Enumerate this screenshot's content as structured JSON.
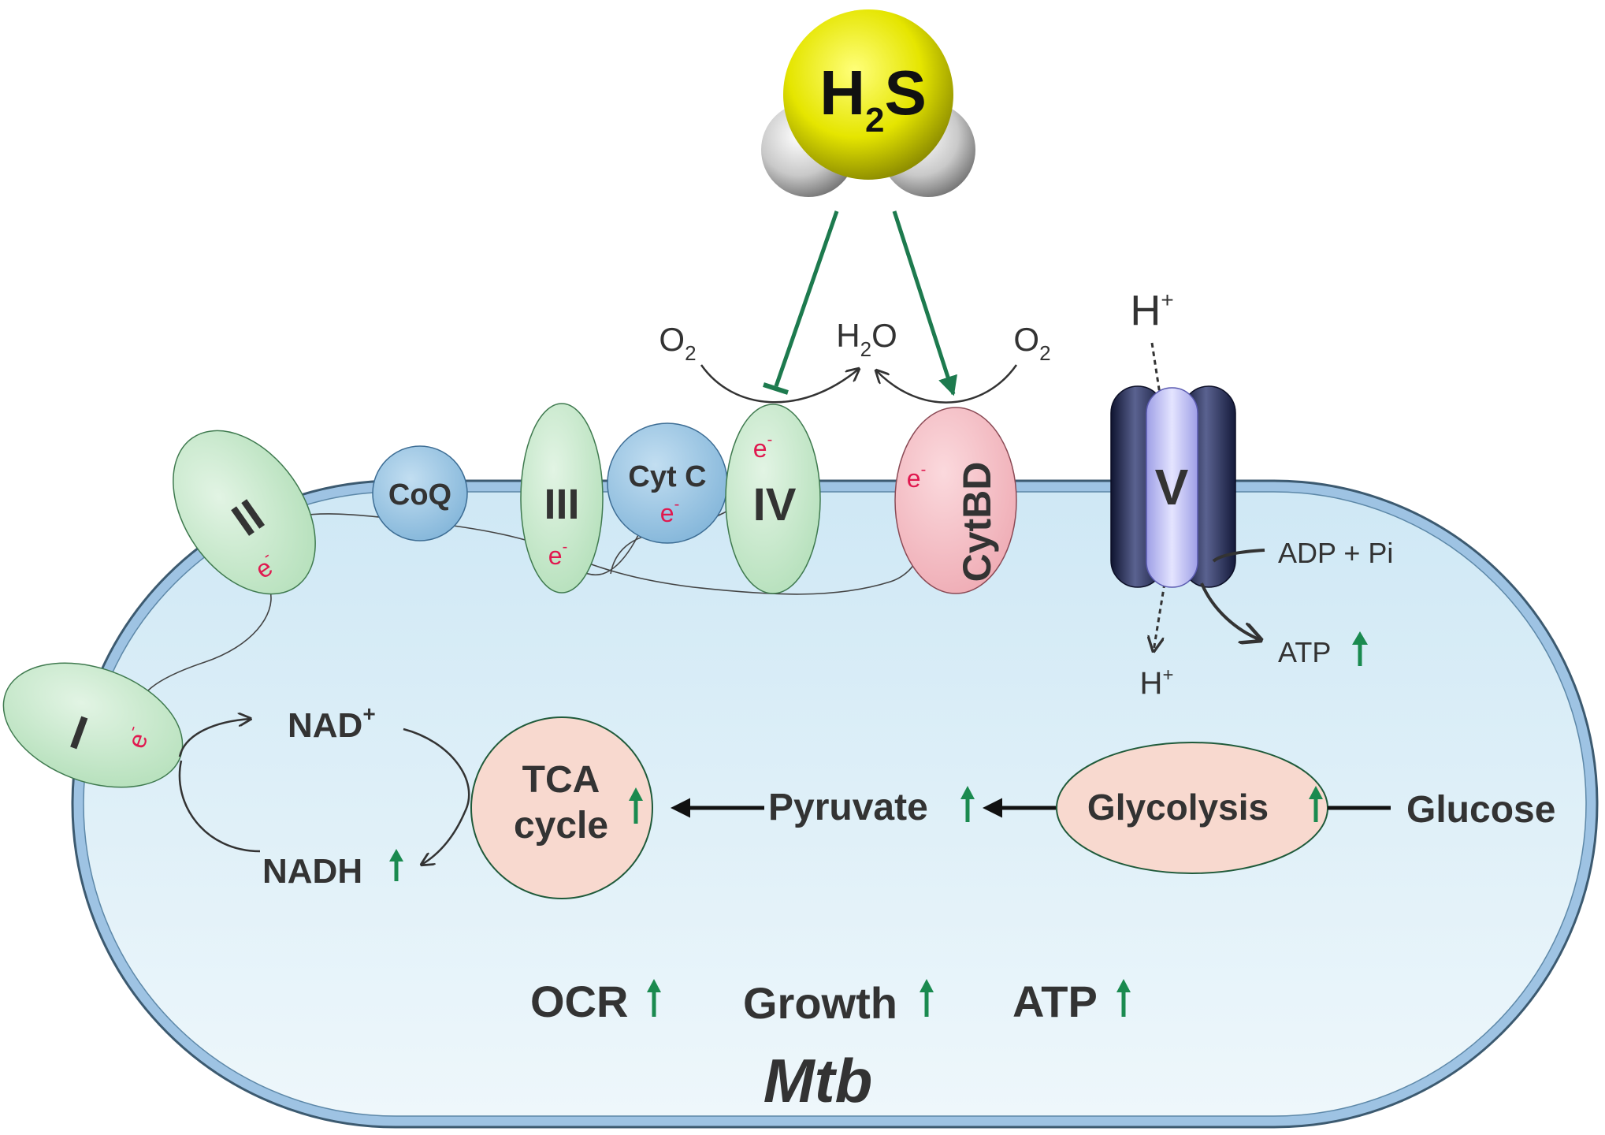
{
  "molecule": {
    "label": "H",
    "subscript": "2",
    "suffix": "S"
  },
  "complexes": {
    "I": "I",
    "II": "II",
    "coq": "CoQ",
    "III": "III",
    "cytc": "Cyt C",
    "IV": "IV",
    "cytbd": "CytBD",
    "V": "V"
  },
  "electron": {
    "base": "e",
    "charge": "-"
  },
  "oxygen_left": {
    "base": "O",
    "sub": "2"
  },
  "oxygen_right": {
    "base": "O",
    "sub": "2"
  },
  "water": {
    "pre": "H",
    "sub": "2",
    "post": "O"
  },
  "proton_top": {
    "base": "H",
    "sup": "+"
  },
  "proton_bottom": {
    "base": "H",
    "sup": "+"
  },
  "adp": "ADP + Pi",
  "atp_synth": "ATP",
  "nad": {
    "base": "NAD",
    "sup": "+"
  },
  "nadh": "NADH",
  "tca": {
    "line1": "TCA",
    "line2": "cycle"
  },
  "pyruvate": "Pyruvate",
  "glycolysis": "Glycolysis",
  "glucose": "Glucose",
  "readouts": {
    "ocr": "OCR",
    "growth": "Growth",
    "atp": "ATP"
  },
  "organism": "Mtb",
  "colors": {
    "membrane": "#9ec3e3",
    "cytoplasm": "#dbeef7",
    "complex_green": "#c5e8c9",
    "coq_blue": "#8fbfdf",
    "cytbd_pink": "#f3bcc3",
    "tca_fill": "#f8d9cf",
    "up_arrow": "#1a8a4f",
    "h2s_arrow": "#1d7a4e",
    "electron": "#e0194f",
    "sulfur": "#e5e500"
  }
}
